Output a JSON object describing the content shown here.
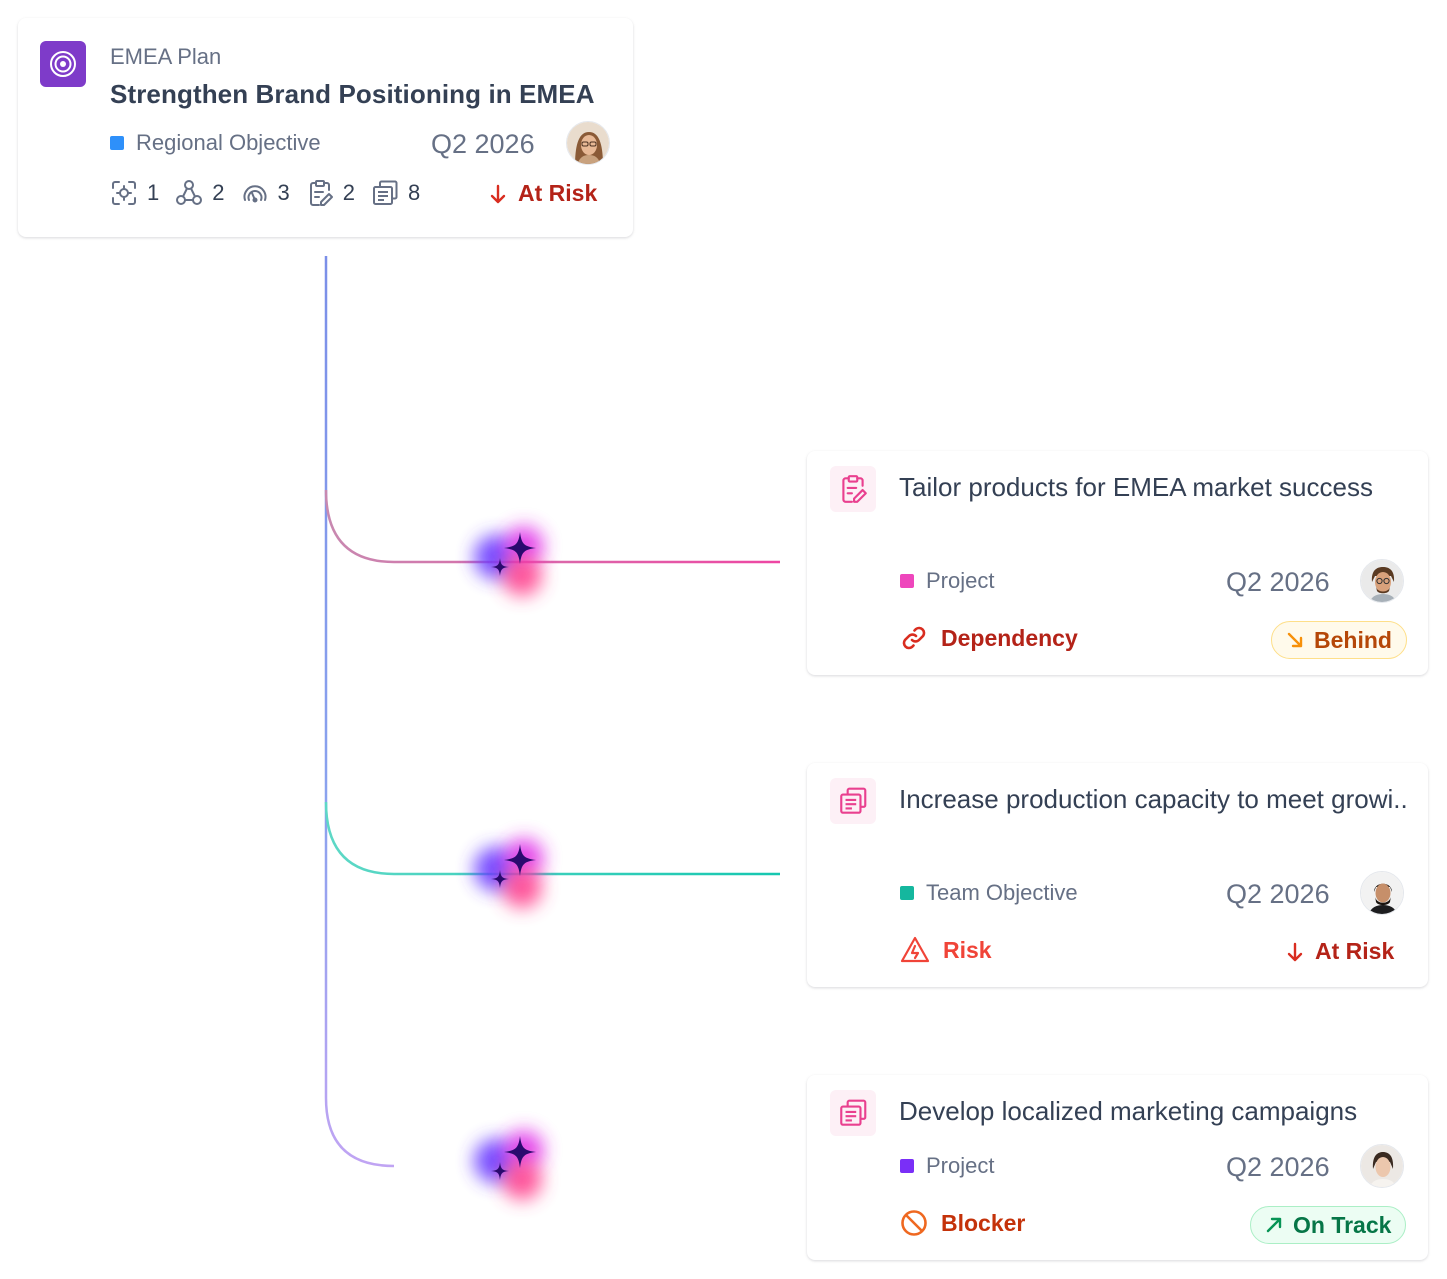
{
  "colors": {
    "objective_icon": "#7e3bc9",
    "regional_objective": "#2e90fa",
    "project_pink": "#ee46bc",
    "team_objective": "#15b79e",
    "project_purple": "#7a2ff7",
    "at_risk": "#b42318",
    "behind": "#b54708",
    "on_track": "#067647",
    "dependency": "#d92d20",
    "risk": "#f04438",
    "blocker": "#ef6820"
  },
  "parent": {
    "icon": "target-icon",
    "plan": "EMEA Plan",
    "title": "Strengthen Brand Positioning in EMEA",
    "type": "Regional Objective",
    "quarter": "Q2 2026",
    "counts": [
      {
        "icon": "focus-icon",
        "value": "1"
      },
      {
        "icon": "nodes-icon",
        "value": "2"
      },
      {
        "icon": "gauge-icon",
        "value": "3"
      },
      {
        "icon": "clipboard-icon",
        "value": "2"
      },
      {
        "icon": "stack-icon",
        "value": "8"
      }
    ],
    "status": "At Risk"
  },
  "children": [
    {
      "icon": "clipboard-edit-icon",
      "title": "Tailor products for EMEA market success",
      "type": "Project",
      "quarter": "Q2 2026",
      "flag": "Dependency",
      "status": "Behind"
    },
    {
      "icon": "stack-icon",
      "title": "Increase production capacity to meet growi..",
      "type": "Team Objective",
      "quarter": "Q2 2026",
      "flag": "Risk",
      "status": "At Risk"
    },
    {
      "icon": "stack-icon",
      "title": "Develop localized marketing campaigns",
      "type": "Project",
      "quarter": "Q2 2026",
      "flag": "Blocker",
      "status": "On Track"
    }
  ]
}
